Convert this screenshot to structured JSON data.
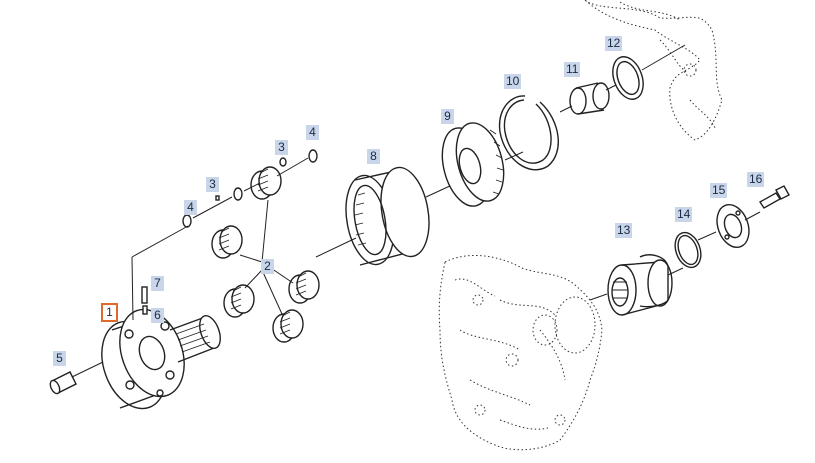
{
  "diagram": {
    "selected_callout": "1",
    "callouts": [
      {
        "id": "c1",
        "label": "1"
      },
      {
        "id": "c2",
        "label": "2"
      },
      {
        "id": "c3a",
        "label": "3"
      },
      {
        "id": "c3b",
        "label": "3"
      },
      {
        "id": "c4a",
        "label": "4"
      },
      {
        "id": "c4b",
        "label": "4"
      },
      {
        "id": "c5",
        "label": "5"
      },
      {
        "id": "c6",
        "label": "6"
      },
      {
        "id": "c7",
        "label": "7"
      },
      {
        "id": "c8",
        "label": "8"
      },
      {
        "id": "c9",
        "label": "9"
      },
      {
        "id": "c10",
        "label": "10"
      },
      {
        "id": "c11",
        "label": "11"
      },
      {
        "id": "c12",
        "label": "12"
      },
      {
        "id": "c13",
        "label": "13"
      },
      {
        "id": "c14",
        "label": "14"
      },
      {
        "id": "c15",
        "label": "15"
      },
      {
        "id": "c16",
        "label": "16"
      }
    ]
  }
}
